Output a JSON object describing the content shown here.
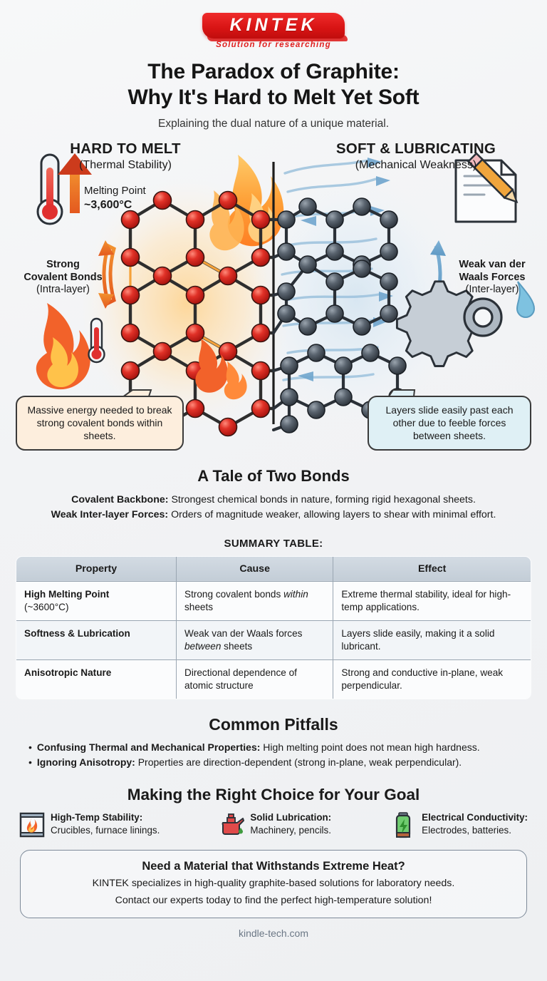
{
  "brand": {
    "logo_text": "KINTEK",
    "logo_tagline": "Solution for researching",
    "accent_red": "#d81414"
  },
  "header": {
    "title_line1": "The Paradox of Graphite:",
    "title_line2": "Why It's Hard to Melt Yet Soft",
    "subtitle": "Explaining the dual nature of a unique material."
  },
  "hero": {
    "left": {
      "heading": "HARD TO MELT",
      "subheading": "(Thermal Stability)",
      "melting_label": "Melting Point",
      "melting_value": "~3,600°C",
      "bond_label": "Strong",
      "bond_label2": "Covalent Bonds",
      "bond_sub": "(Intra-layer)",
      "callout": "Massive energy needed to break strong covalent bonds within sheets.",
      "icons": [
        "thermometer-icon",
        "up-arrow-icon",
        "flame-icon",
        "small-thermometer-icon"
      ],
      "atom_color": "#d32020",
      "glow_color": "#ffd9a0"
    },
    "right": {
      "heading": "SOFT & LUBRICATING",
      "subheading": "(Mechanical Weakness)",
      "force_label": "Weak van der",
      "force_label2": "Waals Forces",
      "force_sub": "(Inter-layer)",
      "callout": "Layers slide easily past each other due to feeble forces between sheets.",
      "icons": [
        "pencil-note-icon",
        "gear-droplet-icon"
      ],
      "atom_color": "#4c5560",
      "flow_color": "#8ab6d6"
    }
  },
  "tale": {
    "heading": "A Tale of Two Bonds",
    "points": [
      {
        "term": "Covalent Backbone:",
        "text": " Strongest chemical bonds in nature, forming rigid hexagonal sheets."
      },
      {
        "term": "Weak Inter-layer Forces:",
        "text": " Orders of magnitude weaker, allowing layers to shear with minimal effort."
      }
    ]
  },
  "summary": {
    "title": "SUMMARY TABLE:",
    "columns": [
      "Property",
      "Cause",
      "Effect"
    ],
    "rows": [
      {
        "property": "High Melting Point",
        "property_sub": "(~3600°C)",
        "cause_pre": "Strong covalent bonds ",
        "cause_em": "within",
        "cause_post": " sheets",
        "effect": "Extreme thermal stability, ideal for high-temp applications."
      },
      {
        "property": "Softness & Lubrication",
        "property_sub": "",
        "cause_pre": "Weak van der Waals forces ",
        "cause_em": "between",
        "cause_post": " sheets",
        "effect": "Layers slide easily, making it a solid lubricant."
      },
      {
        "property": "Anisotropic Nature",
        "property_sub": "",
        "cause_pre": "Directional dependence of atomic structure",
        "cause_em": "",
        "cause_post": "",
        "effect": "Strong and conductive in-plane, weak perpendicular."
      }
    ]
  },
  "pitfalls": {
    "heading": "Common Pitfalls",
    "bullet": "•",
    "items": [
      {
        "term": "Confusing Thermal and Mechanical Properties:",
        "text": " High melting point does not mean high hardness."
      },
      {
        "term": "Ignoring Anisotropy:",
        "text": " Properties are direction-dependent (strong in-plane, weak perpendicular)."
      }
    ]
  },
  "choices": {
    "heading": "Making the Right Choice for Your Goal",
    "items": [
      {
        "icon": "furnace-flame-icon",
        "title": "High-Temp Stability:",
        "desc": "Crucibles, furnace linings."
      },
      {
        "icon": "oil-can-icon",
        "title": "Solid Lubrication:",
        "desc": "Machinery, pencils."
      },
      {
        "icon": "battery-bolt-icon",
        "title": "Electrical Conductivity:",
        "desc": "Electrodes, batteries."
      }
    ]
  },
  "cta": {
    "heading": "Need a Material that Withstands Extreme Heat?",
    "line1": "KINTEK specializes in high-quality graphite-based solutions for laboratory needs.",
    "line2": "Contact our experts today to find the perfect high-temperature solution!"
  },
  "footer": {
    "site": "kindle-tech.com"
  }
}
